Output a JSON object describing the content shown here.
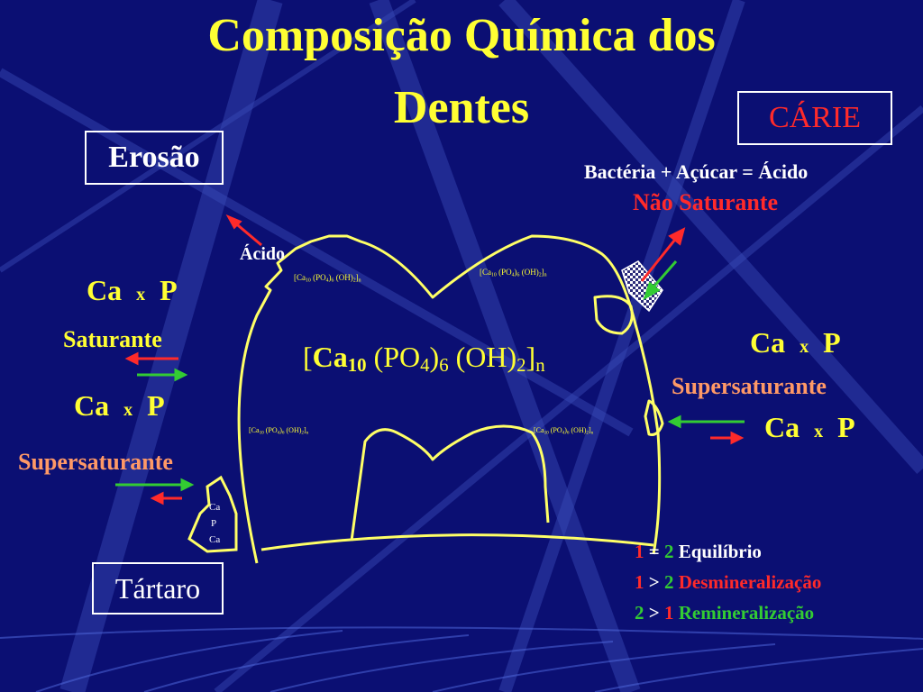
{
  "title": {
    "line1": "Composição Química dos",
    "line2": "Dentes"
  },
  "labels": {
    "erosao": "Erosão",
    "carie": "CÁRIE",
    "tartaro": "Tártaro",
    "acido": "Ácido",
    "bacteria_eq": "Bactéria + Açúcar  = Ácido",
    "nao_saturante": "Não Saturante",
    "saturante": "Saturante",
    "supersaturante_left": "Supersaturante",
    "supersaturante_right": "Supersaturante"
  },
  "ca_x_p": {
    "ca": "Ca",
    "x": "x",
    "p": "P"
  },
  "formula": {
    "ca": "Ca",
    "ca_sub": "10",
    "po": "(PO",
    "po_sub": "4",
    "po_close": ")",
    "po_mult": "6",
    "oh": "(OH)",
    "oh_sub": "2",
    "n": "n",
    "open": "[",
    "close": "]"
  },
  "tartar_text": {
    "l1": "Ca",
    "l2": "P",
    "l3": "Ca"
  },
  "legend": [
    {
      "a": "1",
      "op": "=",
      "b": "2",
      "text": "Equilíbrio"
    },
    {
      "a": "1",
      "op": ">",
      "b": "2",
      "text": "Desmineralização"
    },
    {
      "a": "2",
      "op": ">",
      "b": "1",
      "text": "Remineralização"
    }
  ],
  "colors": {
    "background": "#0b0f73",
    "title": "#ffff33",
    "tooth": "#ffff66",
    "red": "#ff2a2a",
    "green": "#33cc33",
    "orange": "#ff9966"
  }
}
